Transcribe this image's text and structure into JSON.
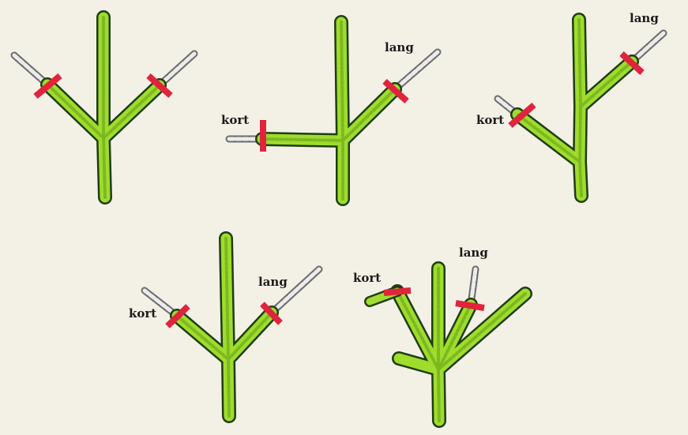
{
  "labels": {
    "short": "kort",
    "long": "lang"
  },
  "colors": {
    "background": "#f3f0e6",
    "branch": "#9fdc2c",
    "branch_outline": "#1e3d12",
    "cut_mark": "#e0243c",
    "removed_part": "#ececec"
  },
  "diagrams": [
    {
      "id": "tree-1",
      "cuts": 2,
      "has_labels": false
    },
    {
      "id": "tree-2",
      "cuts": 2,
      "has_labels": true
    },
    {
      "id": "tree-3",
      "cuts": 2,
      "has_labels": true
    },
    {
      "id": "tree-4",
      "cuts": 2,
      "has_labels": true
    },
    {
      "id": "tree-5",
      "cuts": 2,
      "has_labels": true
    }
  ]
}
